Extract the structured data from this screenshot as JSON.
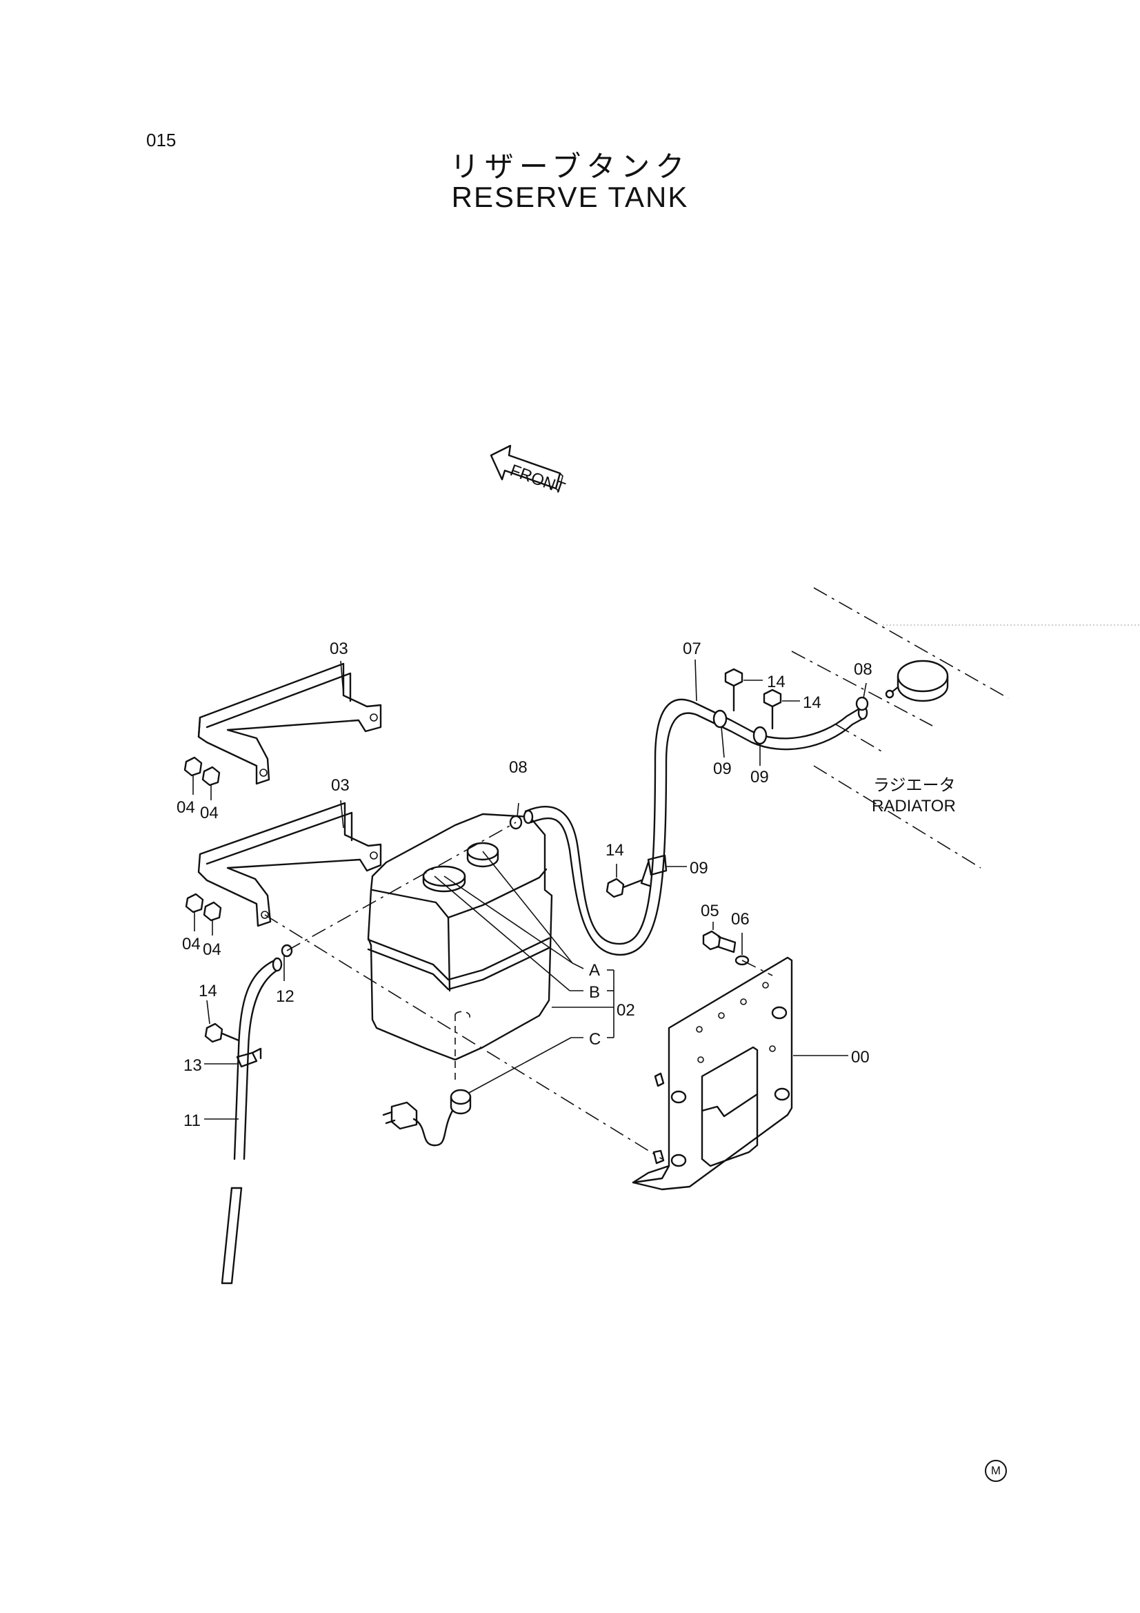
{
  "header": {
    "page_number": "015",
    "title_jp": "リザーブタンク",
    "title_en": "RESERVE TANK"
  },
  "direction_label": "FRONT",
  "radiator_label": {
    "jp": "ラジエータ",
    "en": "RADIATOR"
  },
  "group_labels": [
    "A",
    "B",
    "C"
  ],
  "callouts": {
    "c00": "00",
    "c02": "02",
    "c03_upper": "03",
    "c03_lower": "03",
    "c04_a": "04",
    "c04_b": "04",
    "c04_c": "04",
    "c04_d": "04",
    "c05": "05",
    "c06": "06",
    "c07": "07",
    "c08_left": "08",
    "c08_right": "08",
    "c09_a": "09",
    "c09_b": "09",
    "c09_c": "09",
    "c11": "11",
    "c12": "12",
    "c13": "13",
    "c14_a": "14",
    "c14_b": "14",
    "c14_c": "14",
    "c14_d": "14"
  },
  "manufacturer_mark": "M"
}
